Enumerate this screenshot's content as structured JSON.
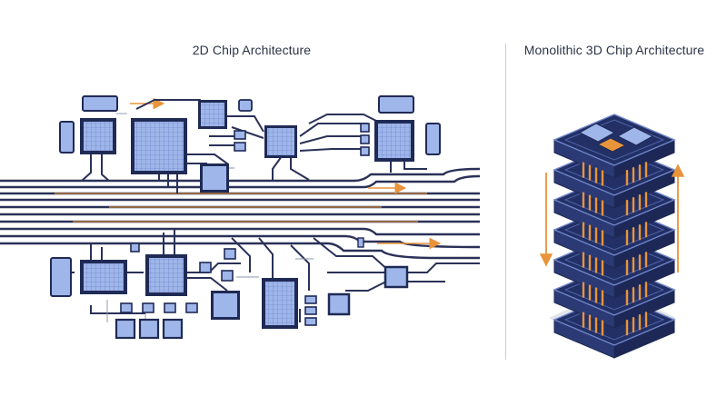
{
  "left_panel": {
    "title": "2D Chip Architecture"
  },
  "right_panel": {
    "title": "Monolithic 3D Chip Architecture"
  },
  "colors": {
    "navy": "#1f2a55",
    "trace": "#2a3158",
    "chip_fill": "#9fb6ea",
    "chip_grid": "#5f78bf",
    "accent": "#e8943a",
    "divider": "#c9ccd3"
  },
  "stack": {
    "layer_count": 7
  }
}
